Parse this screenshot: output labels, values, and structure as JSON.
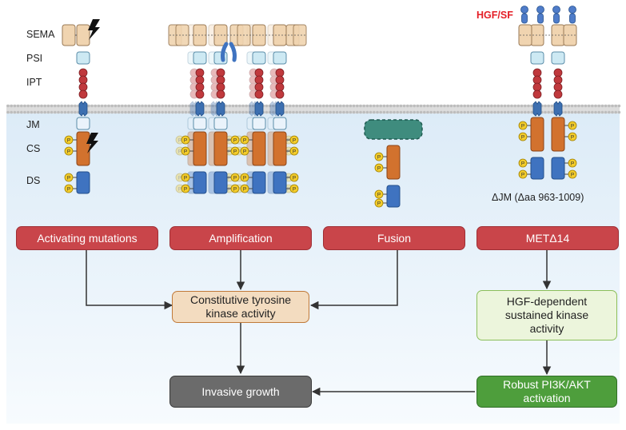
{
  "domain_labels": [
    "SEMA",
    "PSI",
    "IPT",
    "JM",
    "CS",
    "DS"
  ],
  "ligand_label": "HGF/SF",
  "phospho_label": "P",
  "deletion_note": "ΔJM (Δaa 963-1009)",
  "category_boxes": [
    "Activating mutations",
    "Amplification",
    "Fusion",
    "METΔ14"
  ],
  "center_box": "Constitutive tyrosine kinase activity",
  "right_box": "HGF-dependent sustained kinase activity",
  "pi3k_box": "Robust PI3K/AKT activation",
  "outcome_box": "Invasive growth",
  "colors": {
    "background_blue": "#e6f1fa",
    "membrane": "#c4c4c4",
    "sema": "#f0d4b0",
    "psi": "#cde9f3",
    "ipt": "#c0393d",
    "kinase_orange": "#d2722e",
    "kinase_blue": "#3f73c0",
    "phospho": "#f3cc2a",
    "fusion_partner": "#3f8c7e",
    "alert_red": "#c9454a",
    "ligand_red": "#e41e26",
    "green": "#4e9e3c"
  },
  "icons": [
    "lightning-bolt-icon",
    "phosphate-icon",
    "membrane-bilayer-icon",
    "arrow-icon"
  ]
}
